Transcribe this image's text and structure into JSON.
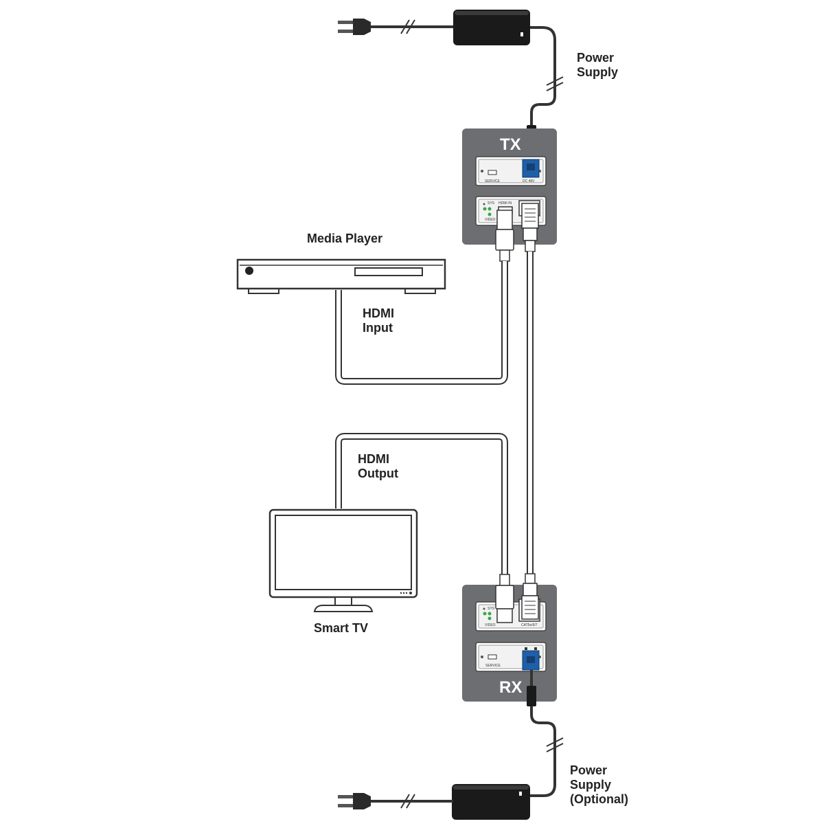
{
  "labels": {
    "power_supply_top": [
      "Power",
      "Supply"
    ],
    "power_supply_bottom": [
      "Power",
      "Supply",
      "(Optional)"
    ],
    "media_player": "Media Player",
    "hdmi_input": [
      "HDMI",
      "Input"
    ],
    "hdmi_output": [
      "HDMI",
      "Output"
    ],
    "smart_tv": "Smart TV"
  },
  "tx": {
    "title": "TX",
    "top_panel": {
      "service": "SERVICE",
      "dc": "DC 48V"
    },
    "bottom_panel": {
      "sys": "SYS",
      "video": "VIDEO",
      "hdmi_in": "HDMI IN"
    }
  },
  "rx": {
    "title": "RX",
    "top_panel": {
      "sys": "SYS",
      "video": "VIDEO",
      "cat": "CAT5e/6/7"
    },
    "bottom_panel": {
      "service": "SERVICE"
    }
  },
  "colors": {
    "box_gray": "#6d6e71",
    "panel_bg": "#f2f2f2",
    "connector_blue": "#1e5fa8",
    "led_green": "#3aa648",
    "adapter_black": "#1a1a1a",
    "cable_dark": "#333333"
  }
}
